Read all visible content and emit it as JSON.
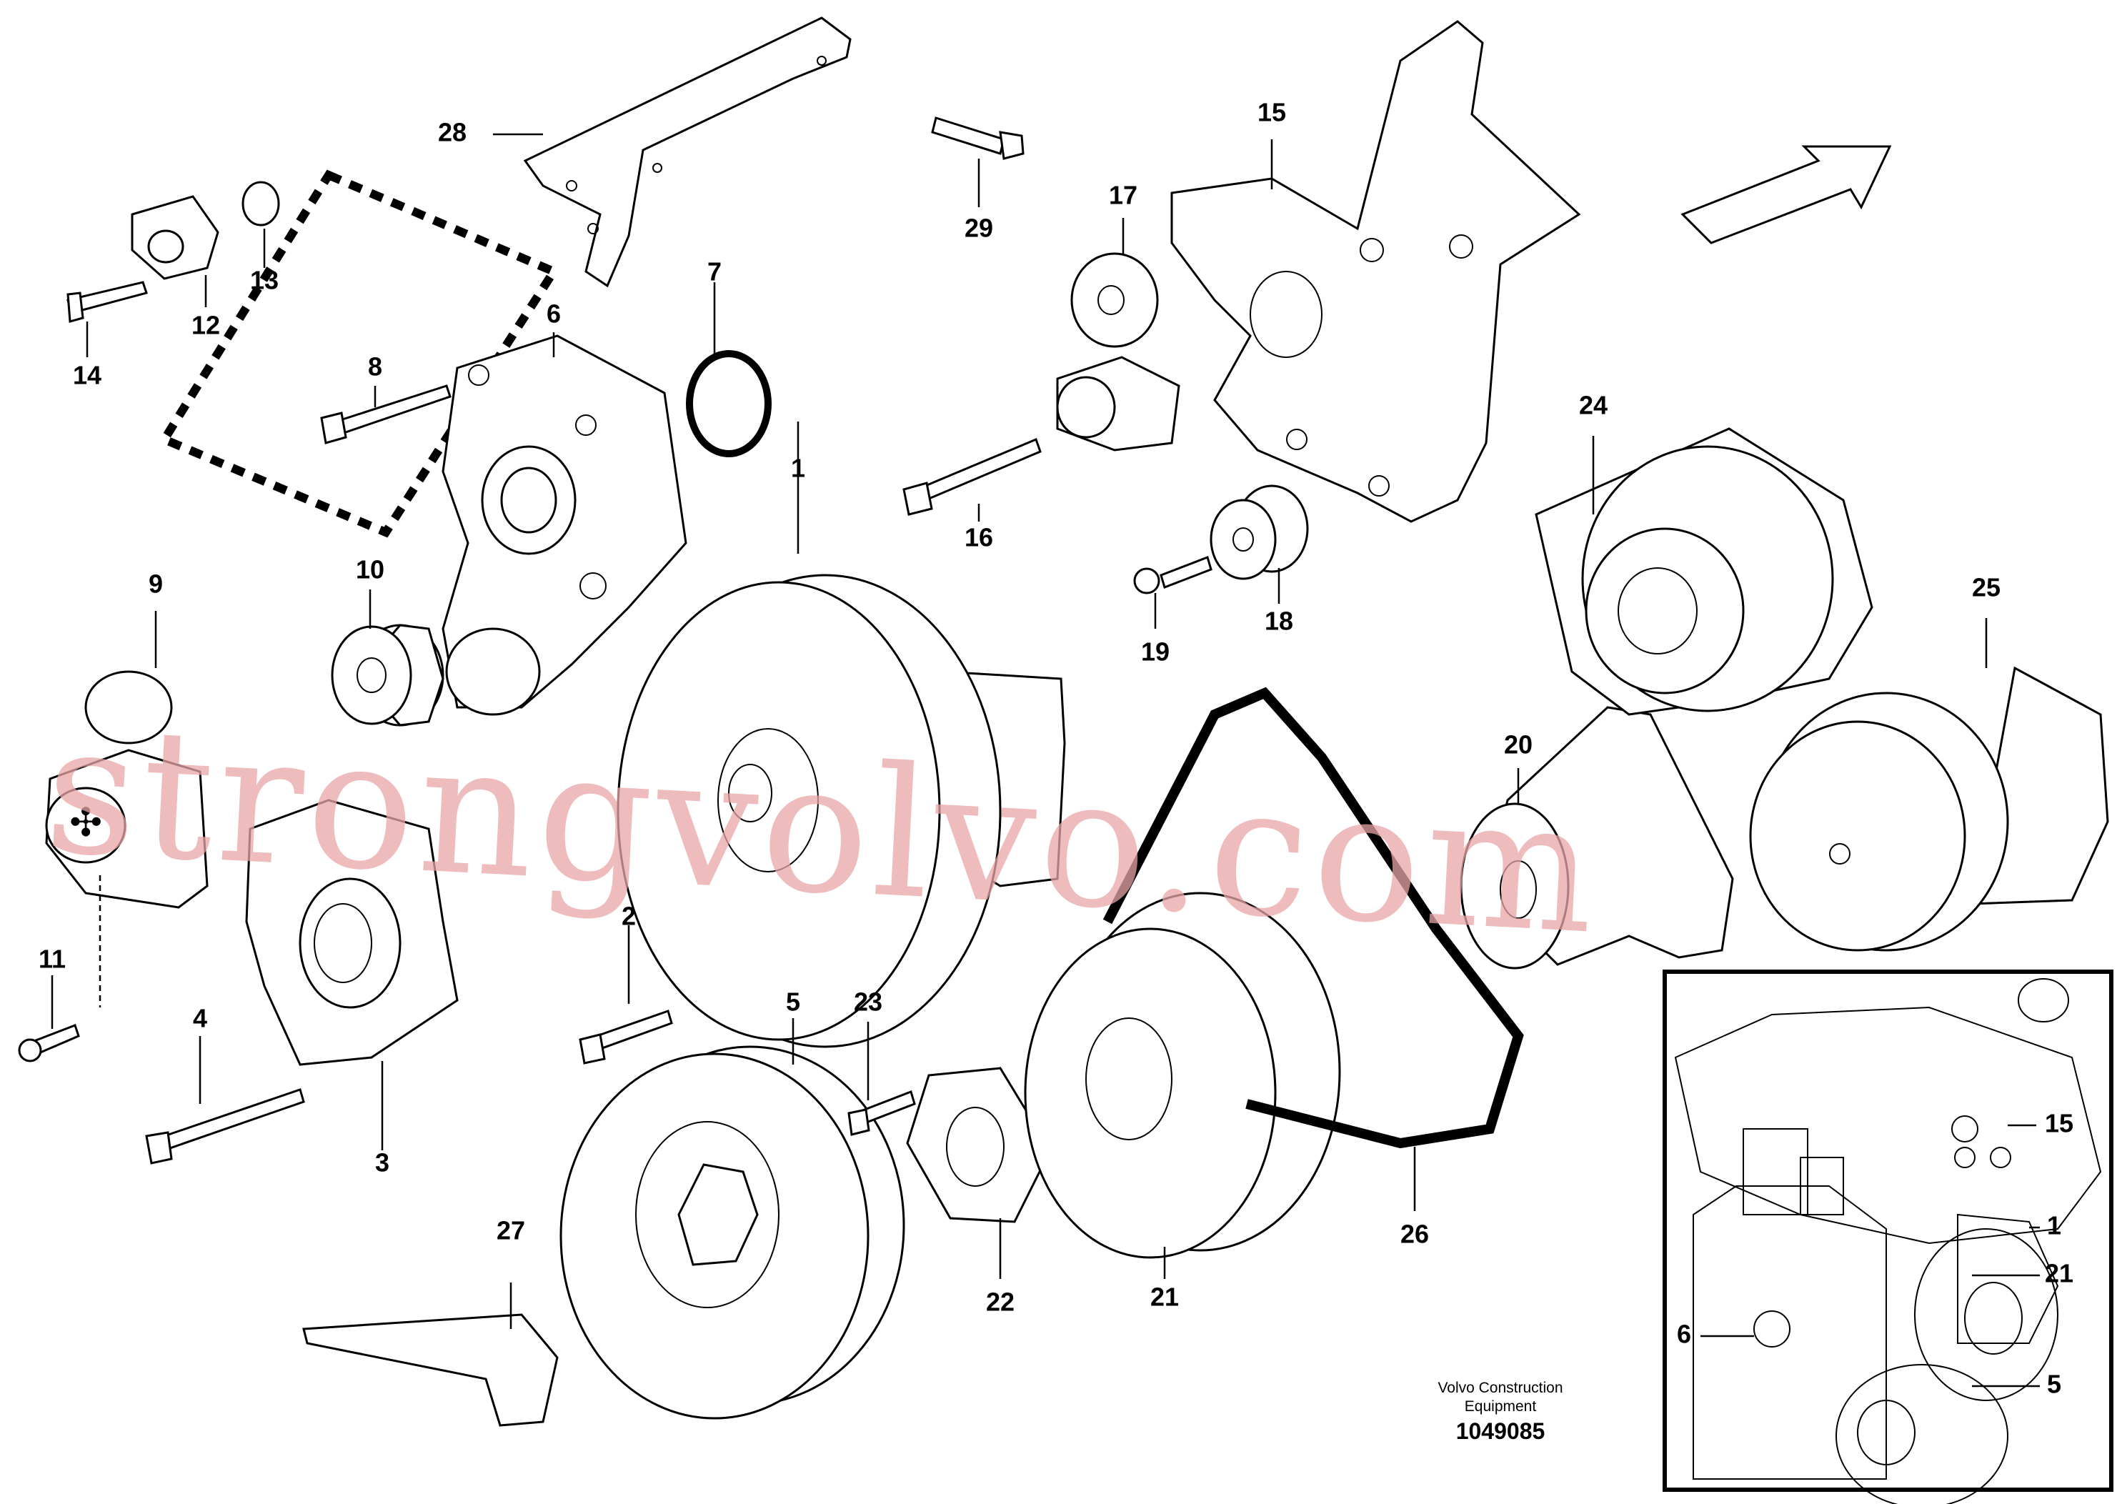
{
  "diagram": {
    "part_callouts": [
      {
        "id": "p1",
        "label": "1"
      },
      {
        "id": "p2",
        "label": "2"
      },
      {
        "id": "p3",
        "label": "3"
      },
      {
        "id": "p4",
        "label": "4"
      },
      {
        "id": "p5",
        "label": "5"
      },
      {
        "id": "p6",
        "label": "6"
      },
      {
        "id": "p7",
        "label": "7"
      },
      {
        "id": "p8",
        "label": "8"
      },
      {
        "id": "p9",
        "label": "9"
      },
      {
        "id": "p10",
        "label": "10"
      },
      {
        "id": "p11",
        "label": "11"
      },
      {
        "id": "p12",
        "label": "12"
      },
      {
        "id": "p13",
        "label": "13"
      },
      {
        "id": "p14",
        "label": "14"
      },
      {
        "id": "p15",
        "label": "15"
      },
      {
        "id": "p16",
        "label": "16"
      },
      {
        "id": "p17",
        "label": "17"
      },
      {
        "id": "p18",
        "label": "18"
      },
      {
        "id": "p19",
        "label": "19"
      },
      {
        "id": "p20",
        "label": "20"
      },
      {
        "id": "p21",
        "label": "21"
      },
      {
        "id": "p22",
        "label": "22"
      },
      {
        "id": "p23",
        "label": "23"
      },
      {
        "id": "p24",
        "label": "24"
      },
      {
        "id": "p25",
        "label": "25"
      },
      {
        "id": "p26",
        "label": "26"
      },
      {
        "id": "p27",
        "label": "27"
      },
      {
        "id": "p28",
        "label": "28"
      },
      {
        "id": "p29",
        "label": "29"
      }
    ],
    "inset_callouts": [
      {
        "id": "i15",
        "label": "15"
      },
      {
        "id": "i1",
        "label": "1"
      },
      {
        "id": "i21",
        "label": "21"
      },
      {
        "id": "i6",
        "label": "6"
      },
      {
        "id": "i5",
        "label": "5"
      }
    ]
  },
  "footer": {
    "company_line1": "Volvo Construction",
    "company_line2": "Equipment",
    "figure_number": "1049085"
  },
  "watermark": {
    "text": "strongvolvo.com",
    "color": "#e8a6a6"
  }
}
